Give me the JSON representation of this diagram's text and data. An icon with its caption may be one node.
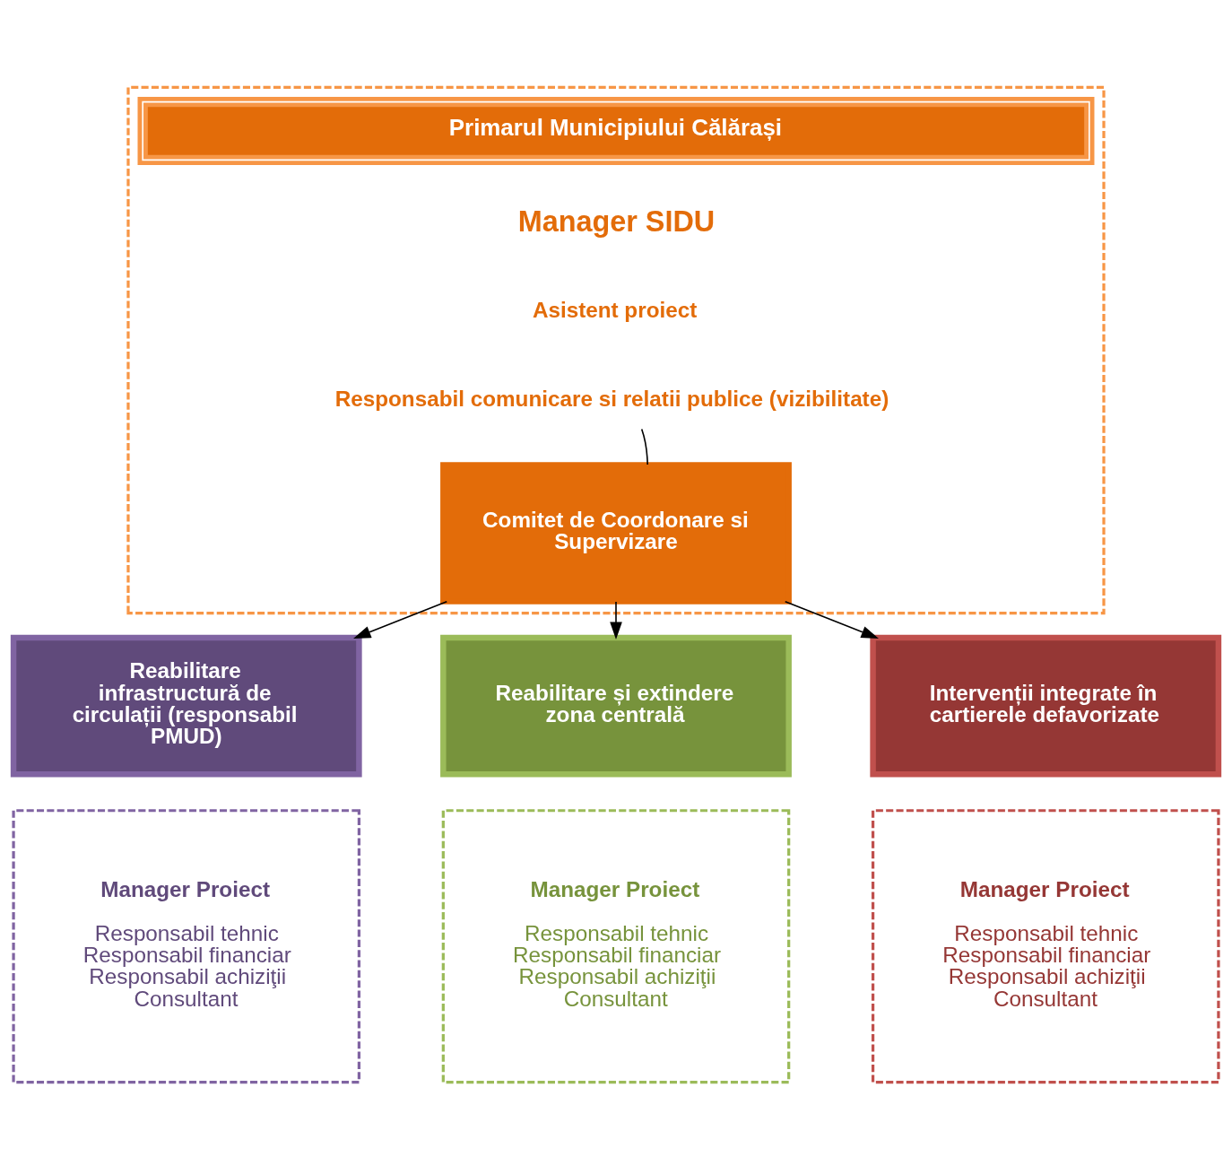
{
  "diagram": {
    "nodes": [
      {
        "text": [],
        "shape": "box"
      },
      {
        "text": [
          "Primarul Municipiului Călărași"
        ],
        "in": 0
      },
      {
        "text": [
          "Responsabil comunicare si relatii publice (vizibilitate)"
        ],
        "in": 0
      },
      {
        "text": [
          "Comitet de Coordonare si Supervizare"
        ],
        "in": 0
      },
      {
        "text": [
          "Reabilitare infrastructură de circulații (responsabil PMUD)"
        ]
      },
      {
        "text": [
          "Manager Proiect",
          "Responsabil tehnic",
          "Responsabil financiar",
          "Responsabil achiziţii",
          "Consultant"
        ]
      },
      {
        "text": [
          "Reabilitare și extindere zona centrală"
        ]
      },
      {
        "text": [
          "Manager Proiect",
          "Responsabil tehnic",
          "Responsabil financiar",
          "Responsabil achiziţii",
          "Consultant"
        ]
      },
      {
        "text": [
          "Intervenții integrate în cartierele defavorizate"
        ]
      },
      {
        "text": [
          "Manager Proiect",
          "Responsabil tehnic",
          "Responsabil financiar",
          "Responsabil achiziţii",
          "Consultant"
        ]
      }
    ],
    "edges": [
      {
        "from": 2,
        "to": 3,
        "arrow": "none"
      },
      {
        "from": 3,
        "to": 4,
        "arrow": "to"
      },
      {
        "from": 3,
        "to": 6,
        "arrow": "to"
      },
      {
        "from": 3,
        "to": 8,
        "arrow": "to"
      }
    ],
    "labels": [
      "Manager SIDU",
      "Asistent proiect"
    ]
  }
}
